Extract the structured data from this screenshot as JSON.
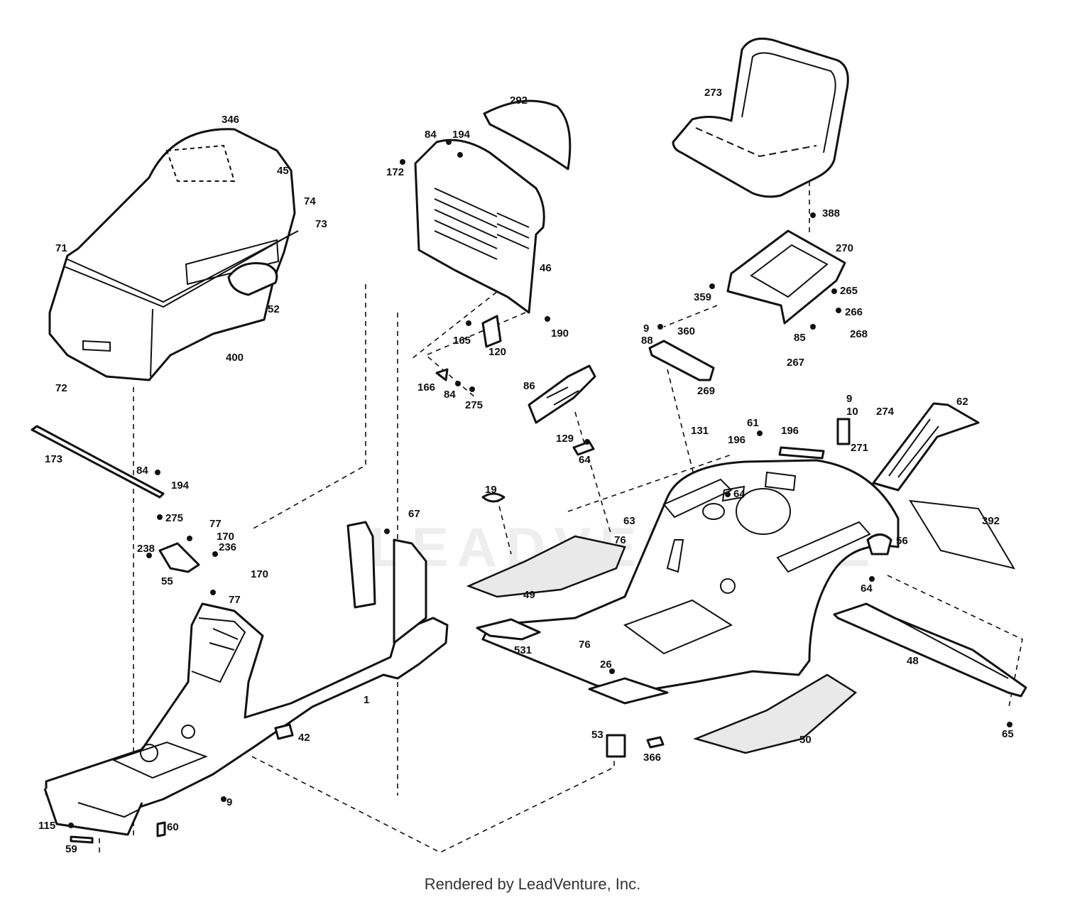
{
  "footer": {
    "text": "Rendered by LeadVenture, Inc."
  },
  "watermark": {
    "text": "LEADVENTURE"
  },
  "callouts": [
    {
      "id": "c-346",
      "label": "346"
    },
    {
      "id": "c-45",
      "label": "45"
    },
    {
      "id": "c-74",
      "label": "74"
    },
    {
      "id": "c-73",
      "label": "73"
    },
    {
      "id": "c-71",
      "label": "71"
    },
    {
      "id": "c-52",
      "label": "52"
    },
    {
      "id": "c-400",
      "label": "400"
    },
    {
      "id": "c-72",
      "label": "72"
    },
    {
      "id": "c-292",
      "label": "292"
    },
    {
      "id": "c-84a",
      "label": "84"
    },
    {
      "id": "c-194a",
      "label": "194"
    },
    {
      "id": "c-172",
      "label": "172"
    },
    {
      "id": "c-46",
      "label": "46"
    },
    {
      "id": "c-165",
      "label": "165"
    },
    {
      "id": "c-190",
      "label": "190"
    },
    {
      "id": "c-120",
      "label": "120"
    },
    {
      "id": "c-166",
      "label": "166"
    },
    {
      "id": "c-84b",
      "label": "84"
    },
    {
      "id": "c-275a",
      "label": "275"
    },
    {
      "id": "c-273",
      "label": "273"
    },
    {
      "id": "c-388",
      "label": "388"
    },
    {
      "id": "c-270",
      "label": "270"
    },
    {
      "id": "c-359",
      "label": "359"
    },
    {
      "id": "c-265",
      "label": "265"
    },
    {
      "id": "c-266",
      "label": "266"
    },
    {
      "id": "c-268",
      "label": "268"
    },
    {
      "id": "c-9a",
      "label": "9"
    },
    {
      "id": "c-88",
      "label": "88"
    },
    {
      "id": "c-360",
      "label": "360"
    },
    {
      "id": "c-85",
      "label": "85"
    },
    {
      "id": "c-267",
      "label": "267"
    },
    {
      "id": "c-269",
      "label": "269"
    },
    {
      "id": "c-86",
      "label": "86"
    },
    {
      "id": "c-129",
      "label": "129"
    },
    {
      "id": "c-64a",
      "label": "64"
    },
    {
      "id": "c-9b",
      "label": "9"
    },
    {
      "id": "c-10",
      "label": "10"
    },
    {
      "id": "c-274",
      "label": "274"
    },
    {
      "id": "c-62",
      "label": "62"
    },
    {
      "id": "c-271",
      "label": "271"
    },
    {
      "id": "c-61",
      "label": "61"
    },
    {
      "id": "c-196a",
      "label": "196"
    },
    {
      "id": "c-196b",
      "label": "196"
    },
    {
      "id": "c-131",
      "label": "131"
    },
    {
      "id": "c-64b",
      "label": "64"
    },
    {
      "id": "c-173",
      "label": "173"
    },
    {
      "id": "c-84c",
      "label": "84"
    },
    {
      "id": "c-194b",
      "label": "194"
    },
    {
      "id": "c-275b",
      "label": "275"
    },
    {
      "id": "c-77a",
      "label": "77"
    },
    {
      "id": "c-170a",
      "label": "170"
    },
    {
      "id": "c-238",
      "label": "238"
    },
    {
      "id": "c-55",
      "label": "55"
    },
    {
      "id": "c-236",
      "label": "236"
    },
    {
      "id": "c-170b",
      "label": "170"
    },
    {
      "id": "c-77b",
      "label": "77"
    },
    {
      "id": "c-67",
      "label": "67"
    },
    {
      "id": "c-19",
      "label": "19"
    },
    {
      "id": "c-63",
      "label": "63"
    },
    {
      "id": "c-76a",
      "label": "76"
    },
    {
      "id": "c-392",
      "label": "392"
    },
    {
      "id": "c-56",
      "label": "56"
    },
    {
      "id": "c-49",
      "label": "49"
    },
    {
      "id": "c-64c",
      "label": "64"
    },
    {
      "id": "c-531",
      "label": "531"
    },
    {
      "id": "c-76b",
      "label": "76"
    },
    {
      "id": "c-48",
      "label": "48"
    },
    {
      "id": "c-1",
      "label": "1"
    },
    {
      "id": "c-26",
      "label": "26"
    },
    {
      "id": "c-42",
      "label": "42"
    },
    {
      "id": "c-53",
      "label": "53"
    },
    {
      "id": "c-366",
      "label": "366"
    },
    {
      "id": "c-50",
      "label": "50"
    },
    {
      "id": "c-65",
      "label": "65"
    },
    {
      "id": "c-9c",
      "label": "9"
    },
    {
      "id": "c-115",
      "label": "115"
    },
    {
      "id": "c-60",
      "label": "60"
    },
    {
      "id": "c-59",
      "label": "59"
    }
  ]
}
